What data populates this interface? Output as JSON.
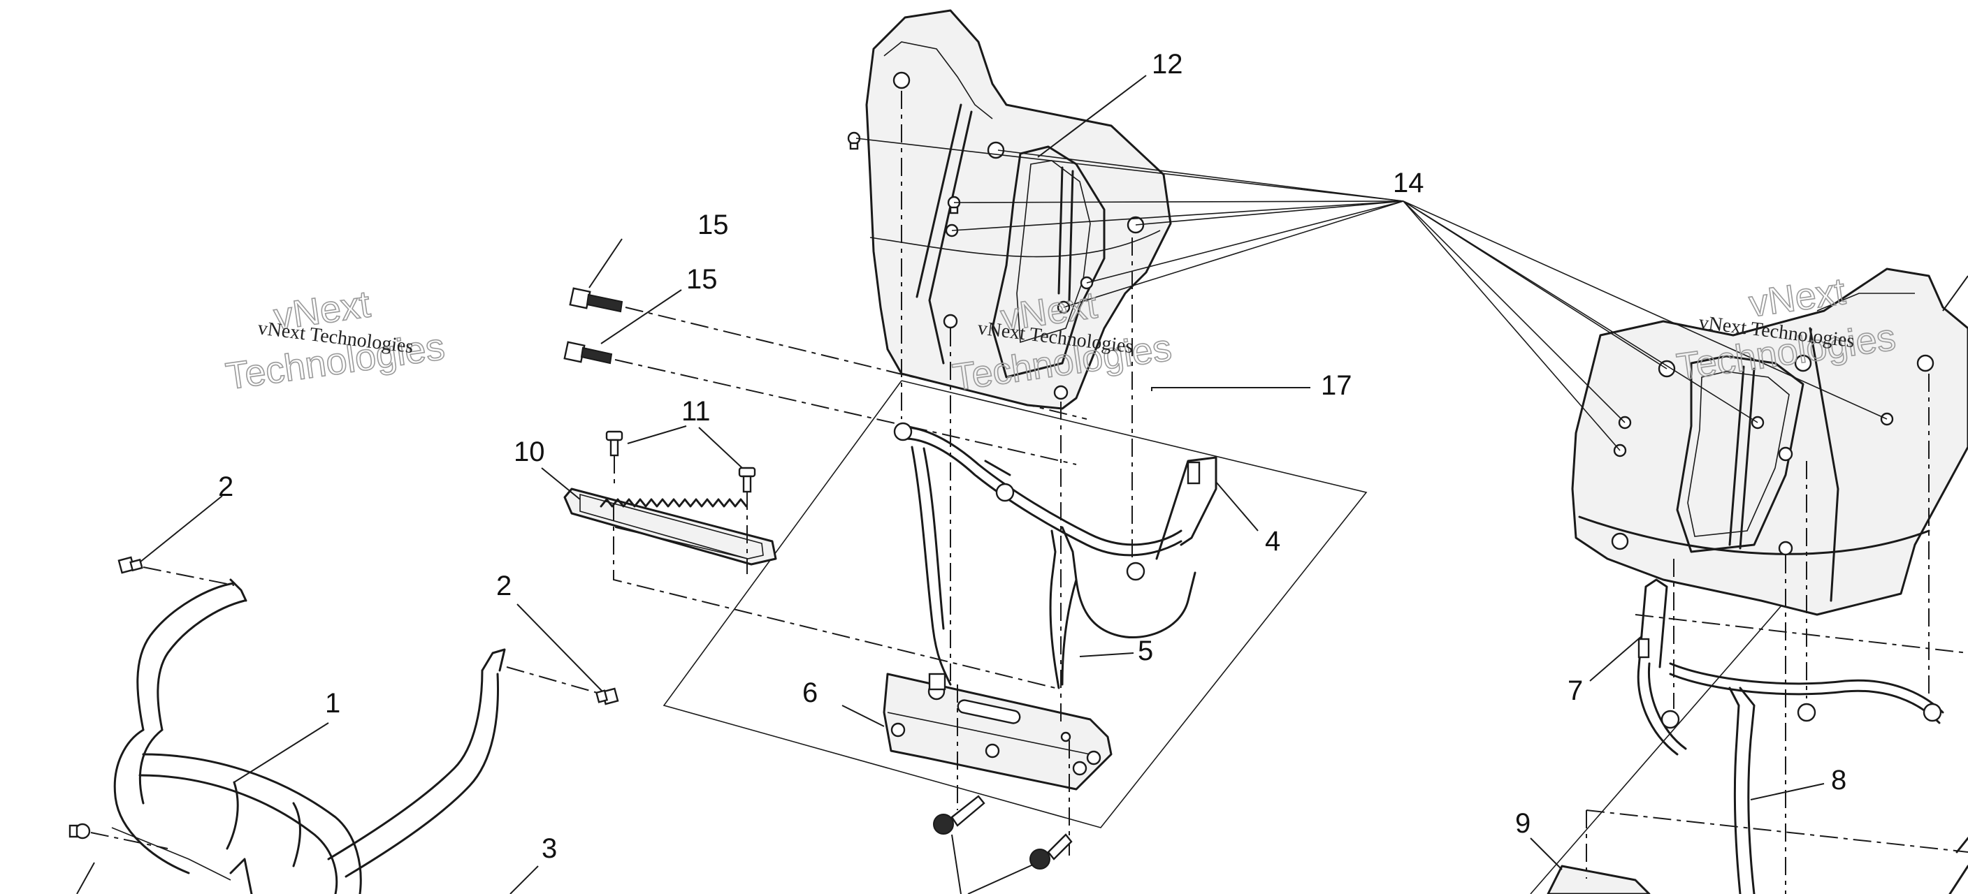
{
  "callouts": {
    "c1": "1",
    "c2a": "2",
    "c2b": "2",
    "c3": "3",
    "c4": "4",
    "c5": "5",
    "c6": "6",
    "c7": "7",
    "c8": "8",
    "c9": "9",
    "c10": "10",
    "c11": "11",
    "c12": "12",
    "c14": "14",
    "c15a": "15",
    "c15b": "15",
    "c17": "17"
  },
  "watermark": {
    "text": "vNext Technologies",
    "line1": "vNext",
    "line2": "Technologies"
  },
  "colors": {
    "line": "#1a1a1a",
    "background": "#ffffff",
    "watermark_outline": "#9a9a9a"
  }
}
